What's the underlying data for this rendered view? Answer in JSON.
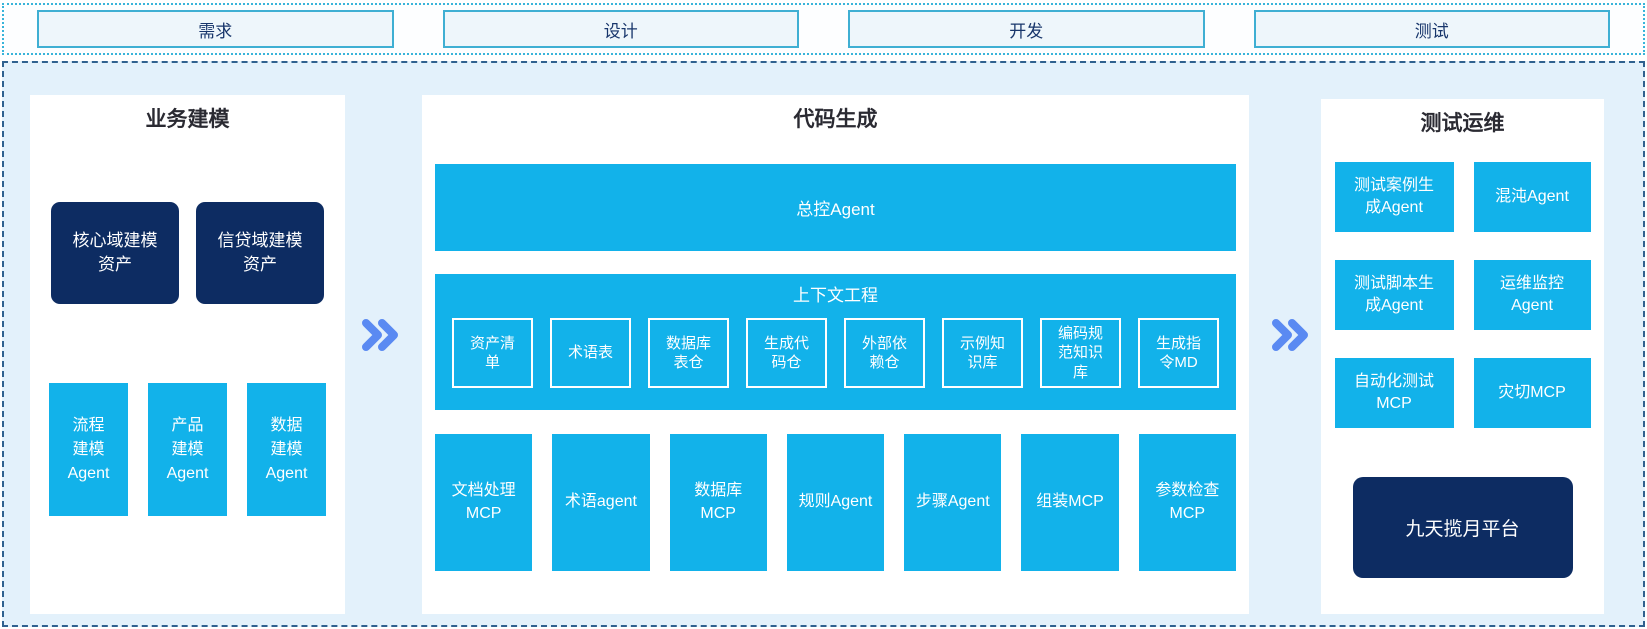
{
  "colors": {
    "cyan": "#12b2ea",
    "navy": "#0d2c62",
    "container_bg": "#e3f1fb",
    "dashed_border": "#2f618f",
    "dotted_border": "#38b4da",
    "phase_bg": "#eef6fb",
    "phase_border": "#3fafd3",
    "phase_text": "#17356b",
    "title_text": "#2a2a32",
    "chevron": "#5a8af2"
  },
  "phases": {
    "items": [
      "需求",
      "设计",
      "开发",
      "测试"
    ]
  },
  "modeling": {
    "title": "业务建模",
    "assets": [
      "核心域建模资产",
      "信贷域建模资产"
    ],
    "agents": [
      "流程建模Agent",
      "产品建模Agent",
      "数据建模Agent"
    ]
  },
  "codegen": {
    "title": "代码生成",
    "master_agent": "总控Agent",
    "context": {
      "title": "上下文工程",
      "items": [
        "资产清单",
        "术语表",
        "数据库表仓",
        "生成代码仓",
        "外部依赖仓",
        "示例知识库",
        "编码规范知识库",
        "生成指令MD"
      ]
    },
    "tools": [
      "文档处理MCP",
      "术语agent",
      "数据库MCP",
      "规则Agent",
      "步骤Agent",
      "组装MCP",
      "参数检查MCP"
    ]
  },
  "testops": {
    "title": "测试运维",
    "grid": [
      "测试案例生成Agent",
      "混沌Agent",
      "测试脚本生成Agent",
      "运维监控Agent",
      "自动化测试MCP",
      "灾切MCP"
    ],
    "platform": "九天揽月平台"
  }
}
